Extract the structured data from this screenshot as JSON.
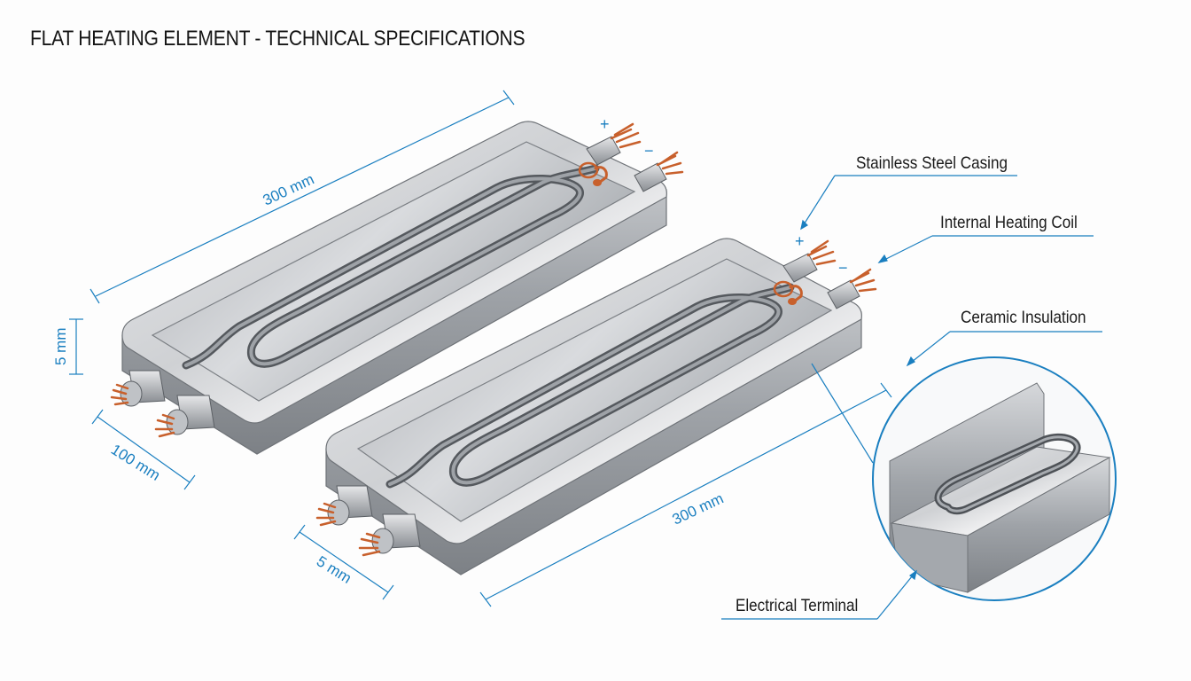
{
  "title": "FLAT HEATING ELEMENT - TECHNICAL SPECIFICATIONS",
  "dimensions": {
    "top_length": "300 mm",
    "top_thickness": "5 mm",
    "top_width": "100 mm",
    "bottom_length": "300 mm",
    "bottom_width": "5 mm"
  },
  "terminal_signs": {
    "positive": "+",
    "negative": "−"
  },
  "callouts": {
    "casing": "Stainless Steel Casing",
    "coil": "Internal Heating Coil",
    "insulation": "Ceramic Insulation",
    "terminal": "Electrical Terminal"
  },
  "colors": {
    "dimension": "#1a7fc0",
    "copper": "#c8602c",
    "steel": "#b9bcc0",
    "text": "#151515"
  },
  "icons": [
    "heating-element-top",
    "heating-element-bottom",
    "detail-magnifier"
  ]
}
